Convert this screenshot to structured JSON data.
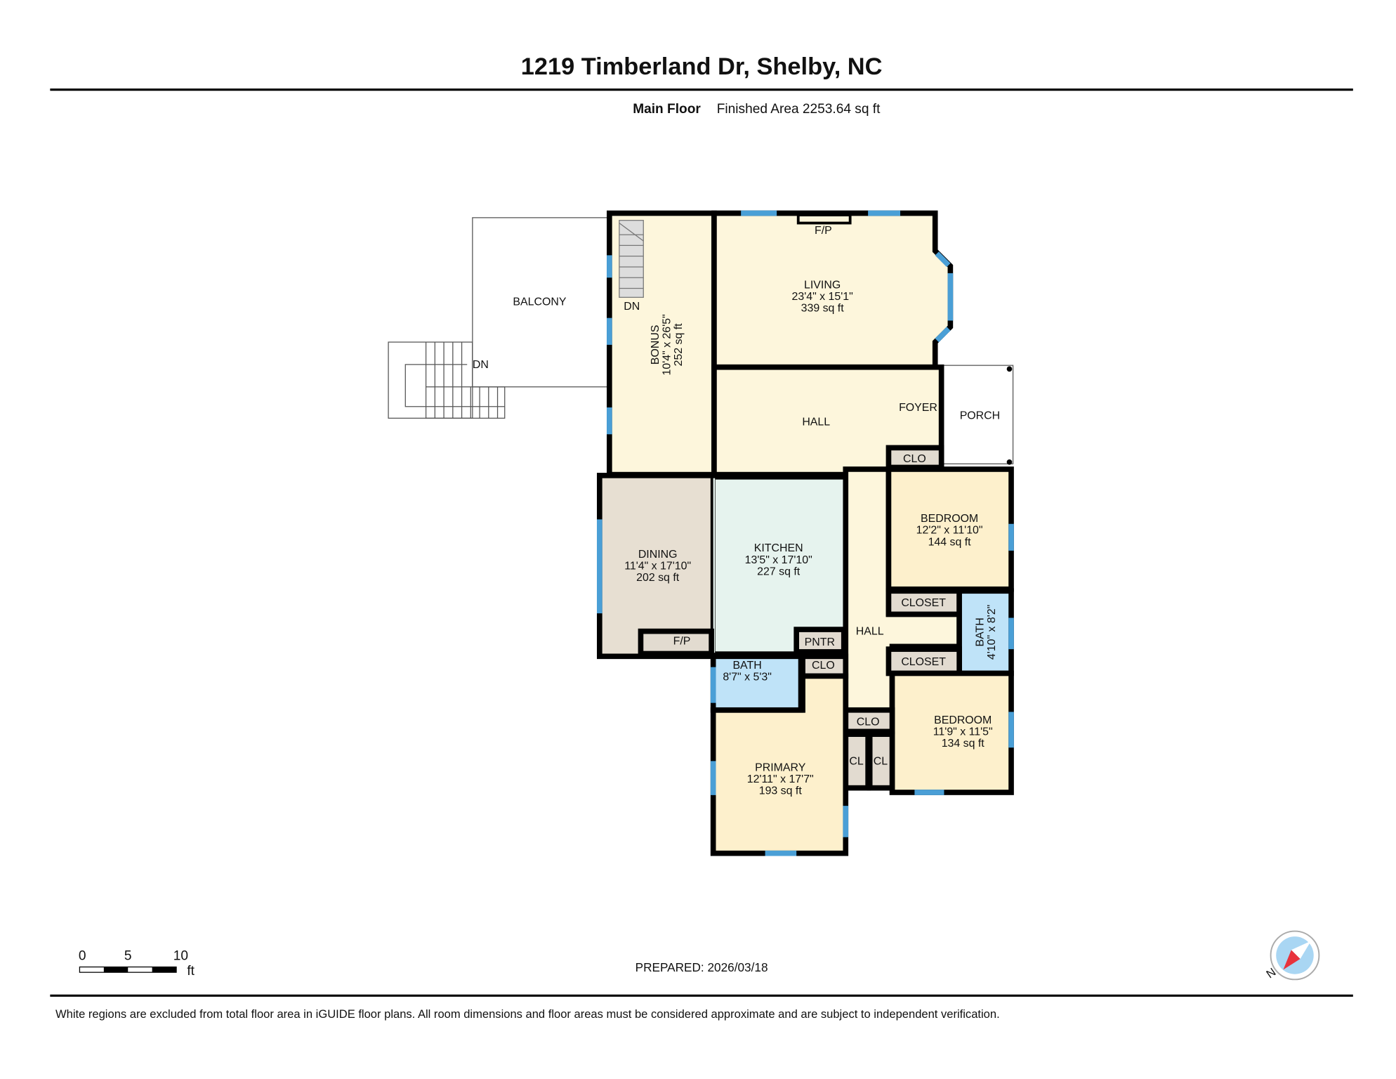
{
  "header": {
    "title": "1219 Timberland Dr, Shelby, NC",
    "floor_name": "Main Floor",
    "finished_area": "Finished Area 2253.64 sq ft"
  },
  "rooms": {
    "balcony": {
      "name": "BALCONY"
    },
    "stairs_outer": {
      "name": "DN"
    },
    "stairs_inner": {
      "name": "DN"
    },
    "bonus": {
      "name": "BONUS",
      "dims": "10'4\" x 26'5\"",
      "area": "252 sq ft"
    },
    "living": {
      "name": "LIVING",
      "dims": "23'4\" x 15'1\"",
      "area": "339 sq ft",
      "fp": "F/P"
    },
    "hall_upper": {
      "name": "HALL"
    },
    "foyer": {
      "name": "FOYER"
    },
    "porch": {
      "name": "PORCH"
    },
    "clo_foyer": {
      "name": "CLO"
    },
    "dining": {
      "name": "DINING",
      "dims": "11'4\" x 17'10\"",
      "area": "202 sq ft",
      "fp": "F/P"
    },
    "kitchen": {
      "name": "KITCHEN",
      "dims": "13'5\" x 17'10\"",
      "area": "227 sq ft"
    },
    "pantry": {
      "name": "PNTR"
    },
    "hall_lower": {
      "name": "HALL"
    },
    "bedroom1": {
      "name": "BEDROOM",
      "dims": "12'2\" x 11'10\"",
      "area": "144 sq ft"
    },
    "closet1": {
      "name": "CLOSET"
    },
    "closet2": {
      "name": "CLOSET"
    },
    "bath_small": {
      "name": "BATH",
      "dims": "4'10\" x 8'2\""
    },
    "bedroom2": {
      "name": "BEDROOM",
      "dims": "11'9\" x 11'5\"",
      "area": "134 sq ft"
    },
    "bath_primary": {
      "name": "BATH",
      "dims": "8'7\" x 5'3\""
    },
    "clo_primary": {
      "name": "CLO"
    },
    "clo_hall": {
      "name": "CLO"
    },
    "cl1": {
      "name": "CL"
    },
    "cl2": {
      "name": "CL"
    },
    "primary": {
      "name": "PRIMARY",
      "dims": "12'11\" x 17'7\"",
      "area": "193 sq ft"
    }
  },
  "scale_bar": {
    "ticks": [
      "0",
      "5",
      "10"
    ],
    "unit": "ft"
  },
  "prepared": "PREPARED: 2026/03/18",
  "compass": {
    "label": "N"
  },
  "footer": {
    "disclaimer": "White regions are excluded from total floor area in iGUIDE floor plans. All room dimensions and floor areas must be considered approximate and are subject to independent verification."
  },
  "colors": {
    "bonus": "#fdf6dc",
    "living": "#fdf6dc",
    "dining": "#e7dfd2",
    "kitchen": "#e6f3ee",
    "bedroom": "#fdf0cc",
    "bath": "#bfe3f8",
    "closet": "#e2dbd0",
    "window": "#4a9fd6"
  }
}
